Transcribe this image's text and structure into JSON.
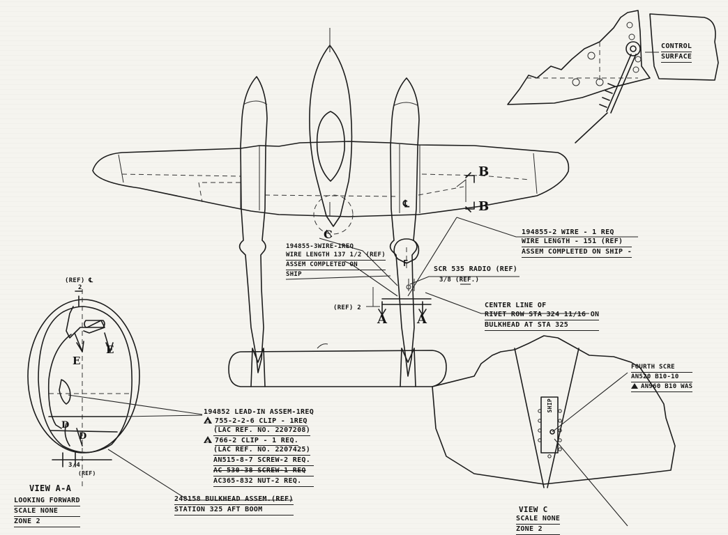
{
  "main_view": {
    "section_b_top": "B",
    "section_b_bottom": "B",
    "centerline_wing": "℄",
    "centerline_circle": "C",
    "view_f": "F",
    "section_a_left": "A",
    "section_a_right": "A",
    "ref_2": "(REF) 2",
    "ref_3_8": "3/8 (REF.)",
    "note_wire_151": [
      "194855-2 WIRE - 1 REQ",
      "WIRE LENGTH - 151 (REF)",
      "ASSEM COMPLETED ON SHIP -"
    ],
    "note_wire_137": [
      "194855-3WIRE-1REQ",
      "WIRE LENGTH 137 1/2 (REF)",
      "ASSEM COMPLETED ON",
      "SHIP"
    ],
    "note_radio": "SCR 535 RADIO (REF)",
    "note_rivet": [
      "CENTER LINE OF",
      "RIVET ROW STA 324 11/16 ON",
      "BULKHEAD AT STA 325"
    ]
  },
  "control_detail": {
    "label": [
      "CONTROL",
      "SURFACE"
    ]
  },
  "view_aa": {
    "ref_center": "(REF) ℄",
    "ref_center_val": "2",
    "section_e_left": "E",
    "section_e_right": "E",
    "section_d_left": "D",
    "section_d_right": "D",
    "ref_bottom": "3/4",
    "ref_bottom_tag": "(REF)",
    "notes": [
      "194852 LEAD-IN ASSEM-1REQ",
      "755-2-2-6 CLIP - 1REQ",
      "(LAC REF. NO. 2207208)",
      "766-2 CLIP - 1 REQ.",
      "(LAC REF. NO. 2207425)",
      "AN515-8-7 SCREW-2 REQ.",
      "AC 530-38 SCREW-1 REQ",
      "AC365-832 NUT-2 REQ."
    ],
    "tri_1": "4",
    "tri_2": "4",
    "bulkhead_note": [
      "248158 BULKHEAD ASSEM.(REF)",
      "STATION 325 AFT BOOM"
    ],
    "title": "VIEW A-A",
    "sub": [
      "LOOKING FORWARD",
      "SCALE NONE",
      "ZONE 2"
    ]
  },
  "view_c": {
    "box_text": "SHIP",
    "notes": [
      "FOURTH SCRE",
      "AN520 B10-10",
      "AN960 B10 WAS"
    ],
    "title": "VIEW C",
    "sub": [
      "SCALE NONE",
      "ZONE 2"
    ]
  }
}
